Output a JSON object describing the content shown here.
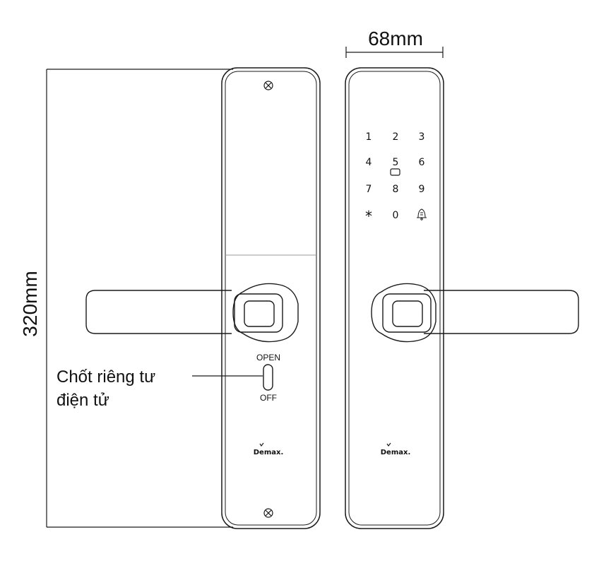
{
  "dimensions": {
    "width_label": "68mm",
    "height_label": "320mm"
  },
  "callout": {
    "line1": "Chốt riêng tư",
    "line2": "điện tử"
  },
  "switch": {
    "open_label": "OPEN",
    "off_label": "OFF"
  },
  "brand": {
    "left": "Demax.",
    "right": "Demax."
  },
  "keypad": {
    "keys": [
      "1",
      "2",
      "3",
      "4",
      "5",
      "6",
      "7",
      "8",
      "9",
      "*",
      "0",
      "bell-icon"
    ]
  },
  "colors": {
    "line": "#1a1a1a",
    "divider": "#999999",
    "background": "#ffffff"
  }
}
